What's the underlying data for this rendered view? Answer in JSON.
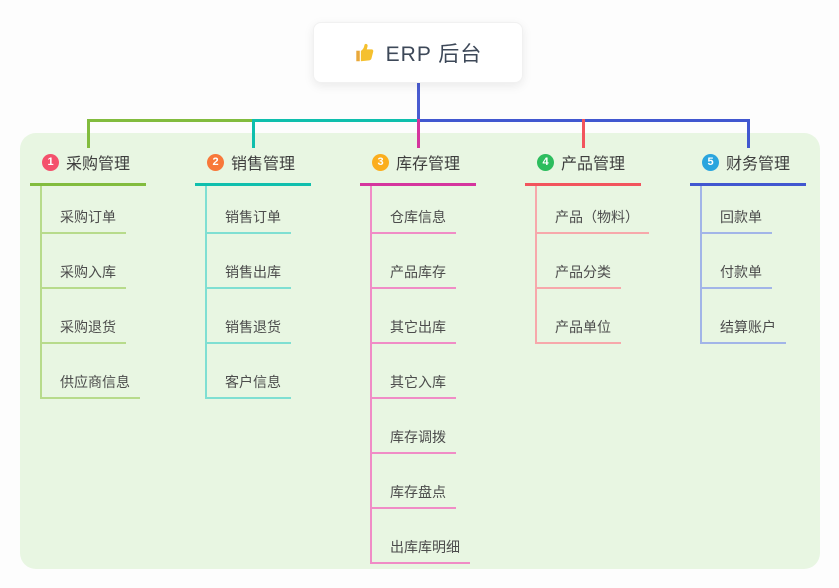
{
  "root": {
    "title": "ERP 后台",
    "icon": "thumbs-up-icon"
  },
  "connector": {
    "stem_color": "#4a5cd1"
  },
  "panel_color": "#e8f6e2",
  "branches": [
    {
      "num": "1",
      "title": "采购管理",
      "badge_color": "#f4516c",
      "line_color": "#82bc3e",
      "light_color": "#b7db8b",
      "children": [
        "采购订单",
        "采购入库",
        "采购退货",
        "供应商信息"
      ]
    },
    {
      "num": "2",
      "title": "销售管理",
      "badge_color": "#f8783a",
      "line_color": "#0fbfad",
      "light_color": "#7fdfd2",
      "children": [
        "销售订单",
        "销售出库",
        "销售退货",
        "客户信息"
      ]
    },
    {
      "num": "3",
      "title": "库存管理",
      "badge_color": "#fbae1e",
      "line_color": "#d5359e",
      "light_color": "#f08cc6",
      "children": [
        "仓库信息",
        "产品库存",
        "其它出库",
        "其它入库",
        "库存调拨",
        "库存盘点",
        "出库库明细"
      ]
    },
    {
      "num": "4",
      "title": "产品管理",
      "badge_color": "#2dbd5e",
      "line_color": "#f2545d",
      "light_color": "#f7a8ab",
      "children": [
        "产品（物料）",
        "产品分类",
        "产品单位"
      ]
    },
    {
      "num": "5",
      "title": "财务管理",
      "badge_color": "#2aa5de",
      "line_color": "#4157d0",
      "light_color": "#a2b5e8",
      "children": [
        "回款单",
        "付款单",
        "结算账户"
      ]
    }
  ]
}
